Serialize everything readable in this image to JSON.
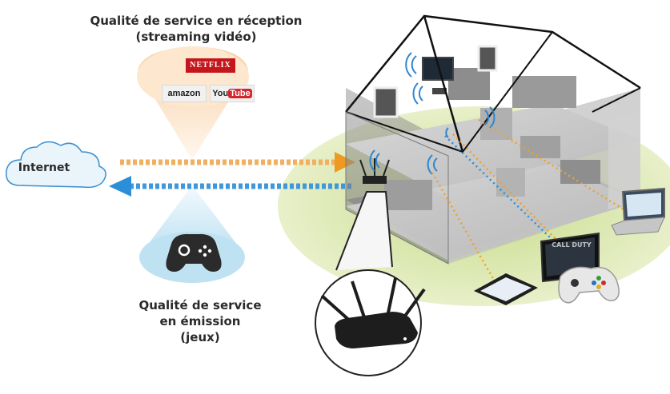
{
  "download_qos": {
    "line1": "Qualité de service en réception",
    "line2": "(streaming vidéo)"
  },
  "upload_qos": {
    "line1": "Qualité de service",
    "line2": "en émission",
    "line3": "(jeux)"
  },
  "internet": {
    "label": "Internet"
  },
  "logos": {
    "netflix": "NETFLIX",
    "amazon": "amazon",
    "youtube_you": "You",
    "youtube_tube": "Tube"
  },
  "game_screen_title": "CALL DUTY",
  "colors": {
    "download_arrow": "#f0a030",
    "upload_arrow": "#2a8fd8",
    "lawn": "#d9e6a8",
    "cone_top": "#fbe3c8",
    "cone_bottom": "#cfe9f5",
    "house_wall": "#8a8a8a"
  }
}
